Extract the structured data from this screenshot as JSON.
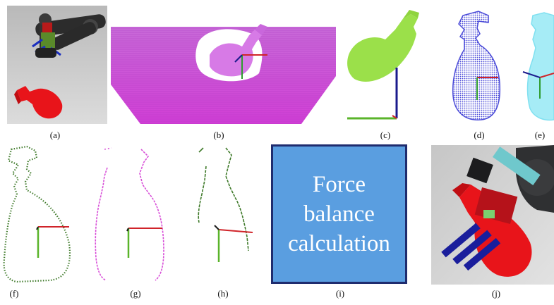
{
  "captions": {
    "a": "(a)",
    "b": "(b)",
    "c": "(c)",
    "d": "(d)",
    "e": "(e)",
    "f": "(f)",
    "g": "(g)",
    "h": "(h)",
    "i": "(i)",
    "j": "(j)"
  },
  "force_box": {
    "line1": "Force",
    "line2": "balance",
    "line3": "calculation"
  },
  "colors": {
    "axis_x": "#d0242a",
    "axis_y": "#2f9c2f",
    "axis_z": "#1a1a8c",
    "bottle_red": "#e8141a",
    "pointcloud_magenta": "#d84fd8",
    "pointcloud_green": "#9be04a",
    "pointcloud_blue": "#4a4ad8",
    "pointcloud_cyan": "#7fe0f0",
    "contour_darkgreen": "#3f7a2a",
    "force_box_fill": "#5a9ee0",
    "force_box_border": "#1f2c6e"
  }
}
